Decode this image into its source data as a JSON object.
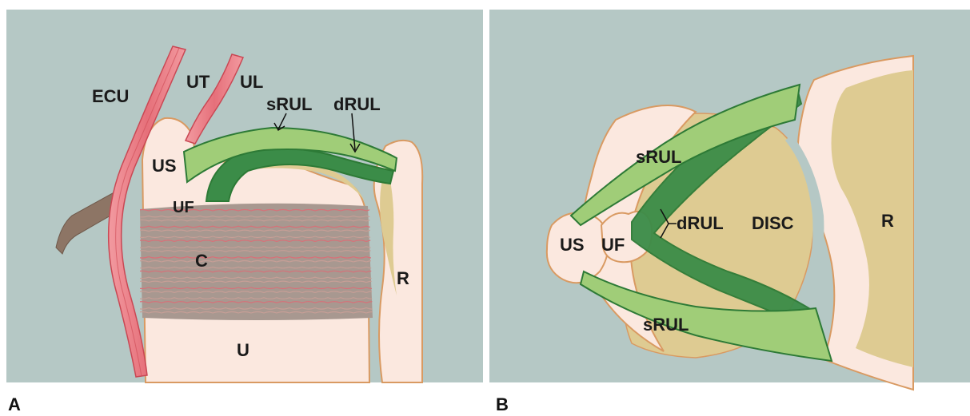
{
  "panel_a": {
    "letter": "A",
    "labels": {
      "ecu": "ECU",
      "ut": "UT",
      "ul": "UL",
      "srul": "sRUL",
      "drul": "dRUL",
      "us": "US",
      "uf": "UF",
      "c": "C",
      "u": "U",
      "r": "R"
    }
  },
  "panel_b": {
    "letter": "B",
    "labels": {
      "srul_top": "sRUL",
      "drul": "dRUL",
      "disc": "DISC",
      "r": "R",
      "us": "US",
      "uf": "UF",
      "srul_bottom": "sRUL"
    }
  },
  "colors": {
    "background": "#b5c8c5",
    "bone": "#fbe8df",
    "bone_outline": "#d99a62",
    "cartilage": "#decb92",
    "ligament_light": "#a0cd78",
    "ligament_dark": "#3b8c48",
    "ligament_outline": "#2d7a36",
    "tendon": "#ea7a80",
    "tendon_stripe": "#d0505a",
    "capsule": "#a89890",
    "sheath": "#8d7565"
  }
}
